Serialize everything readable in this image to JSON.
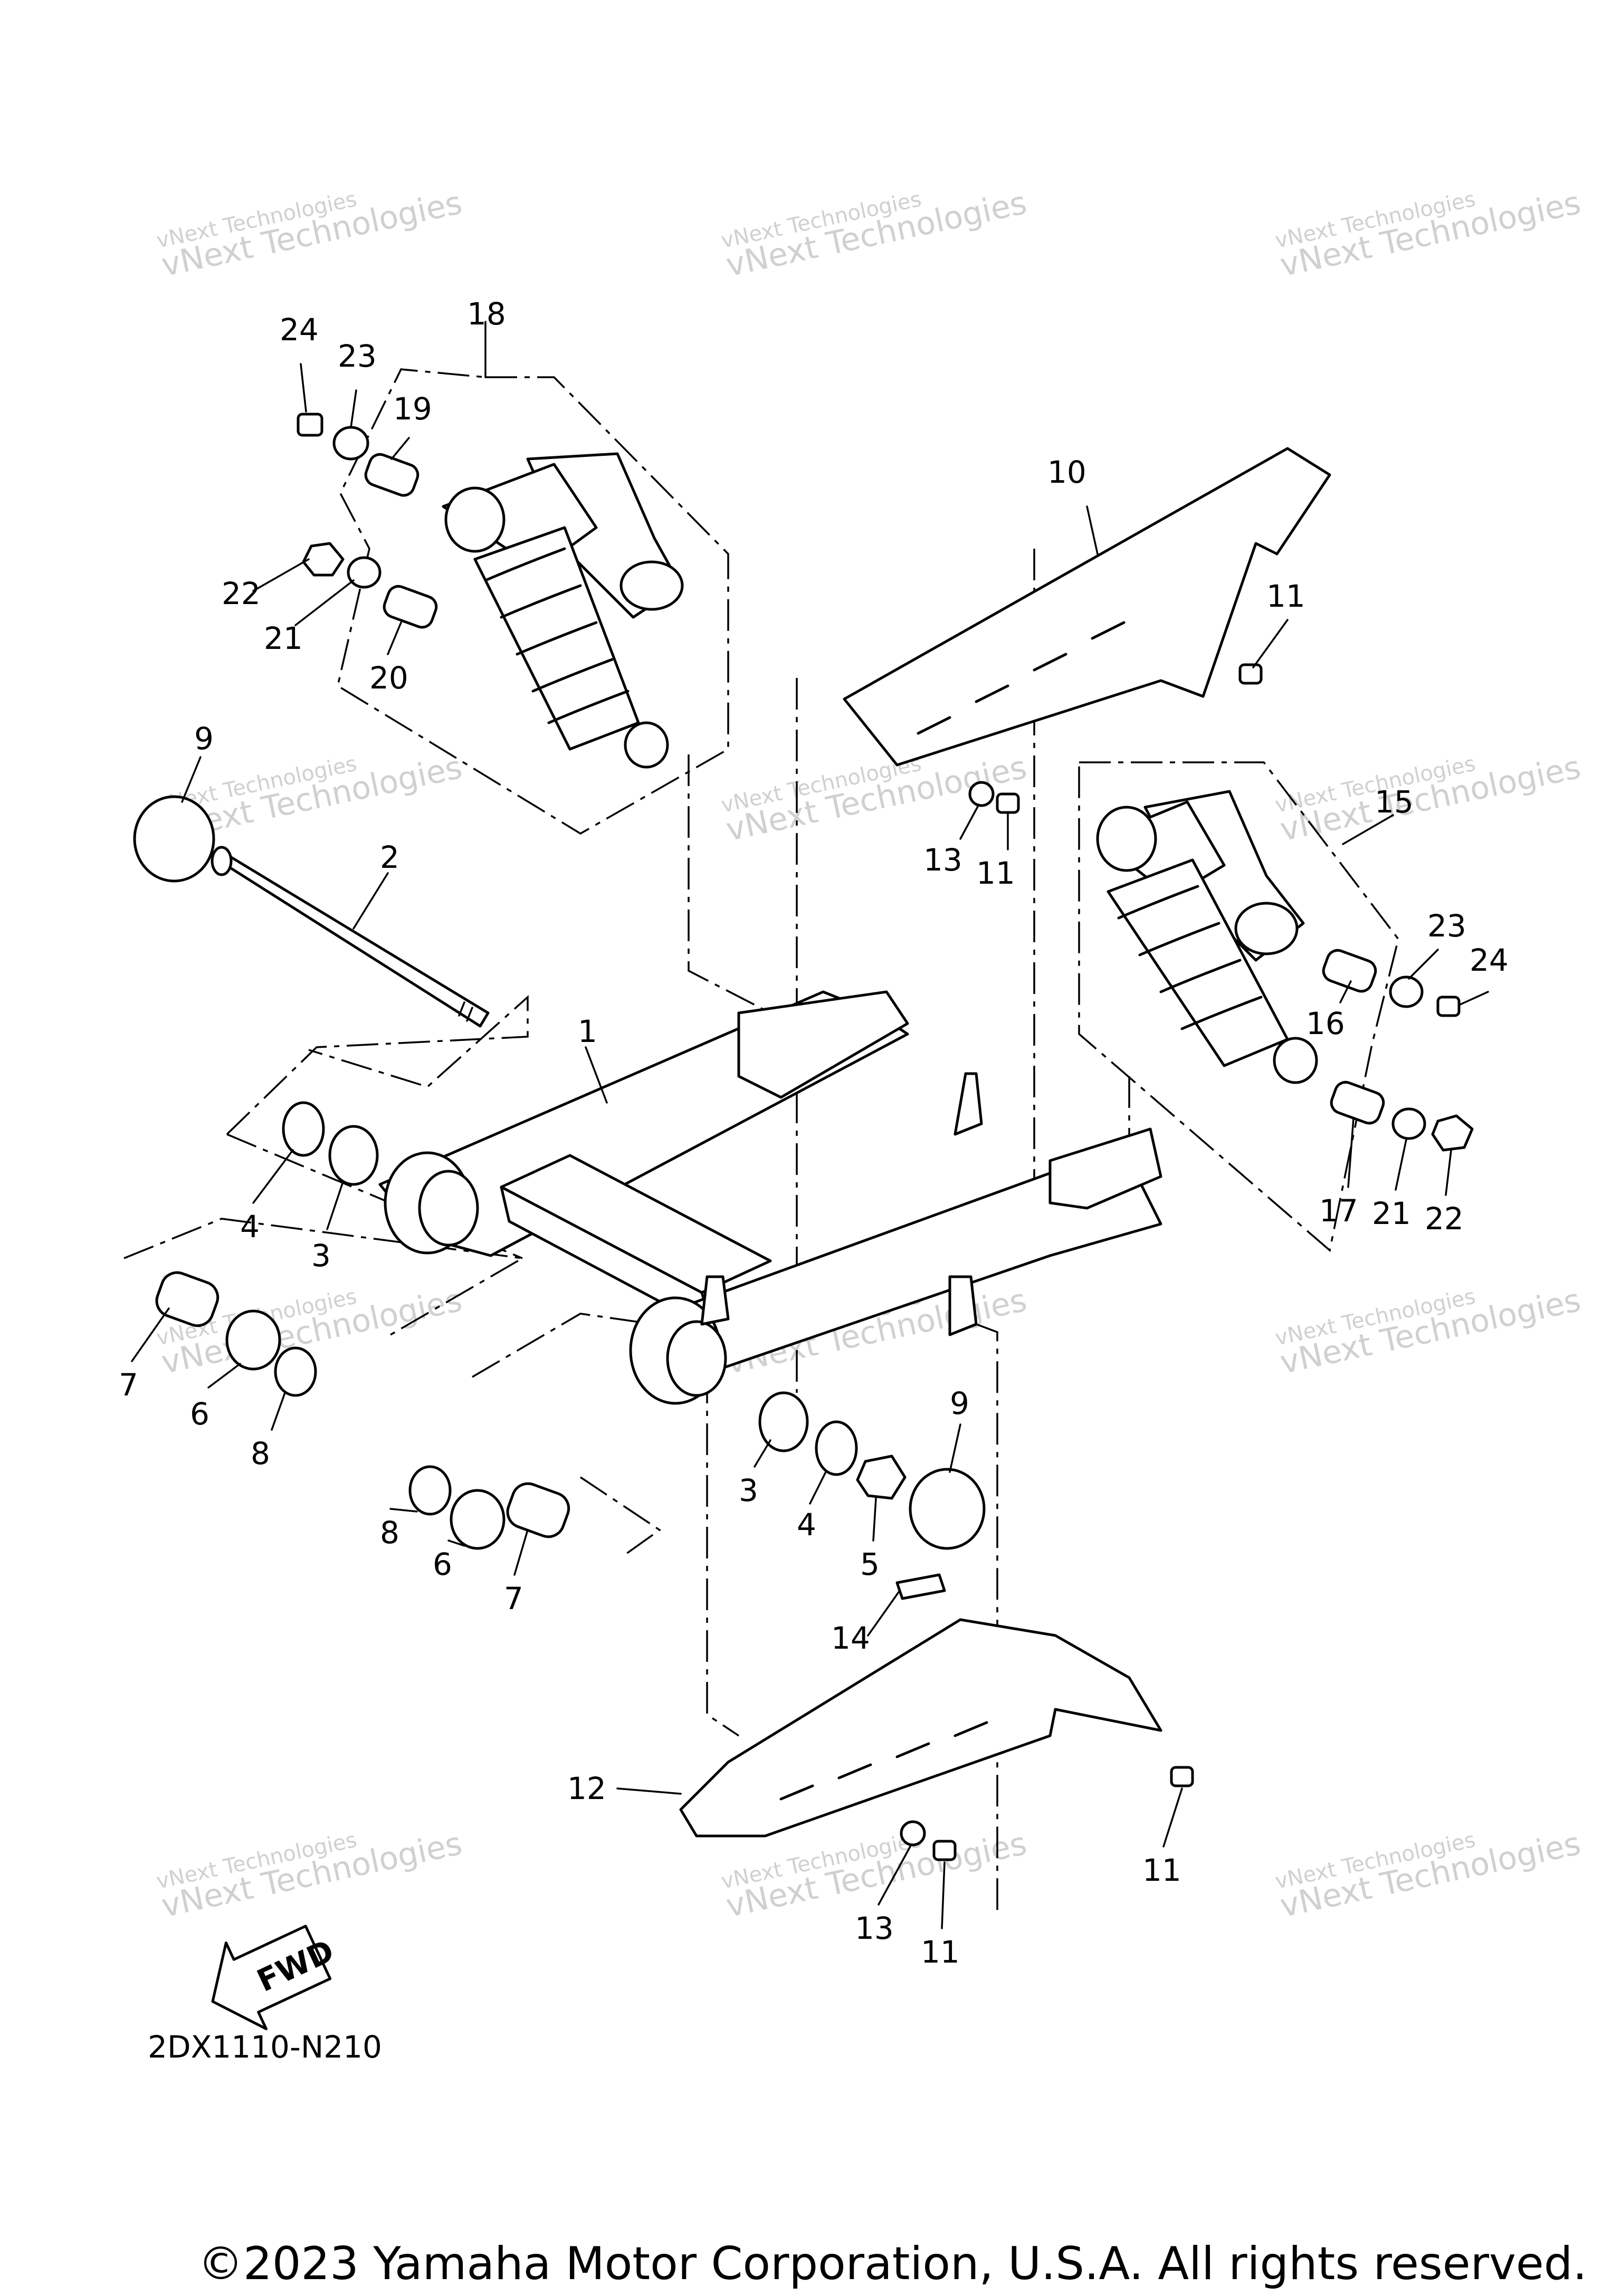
{
  "diagram": {
    "part_code": "2DX1110-N210",
    "copyright": "©2023 Yamaha Motor Corporation, U.S.A. All rights reserved.",
    "fwd_label": "FWD",
    "watermark_line1": "vNext Technologies",
    "watermark_line2": "vNext Technologies"
  },
  "callouts": {
    "c1": "1",
    "c2": "2",
    "c3a": "3",
    "c3b": "3",
    "c4a": "4",
    "c4b": "4",
    "c5": "5",
    "c6a": "6",
    "c6b": "6",
    "c7a": "7",
    "c7b": "7",
    "c8a": "8",
    "c8b": "8",
    "c9a": "9",
    "c9b": "9",
    "c10": "10",
    "c11a": "11",
    "c11b": "11",
    "c11c": "11",
    "c11d": "11",
    "c12": "12",
    "c13a": "13",
    "c13b": "13",
    "c14": "14",
    "c15": "15",
    "c16": "16",
    "c17": "17",
    "c18": "18",
    "c19": "19",
    "c20": "20",
    "c21a": "21",
    "c21b": "21",
    "c22a": "22",
    "c22b": "22",
    "c23a": "23",
    "c23b": "23",
    "c24a": "24",
    "c24b": "24"
  }
}
